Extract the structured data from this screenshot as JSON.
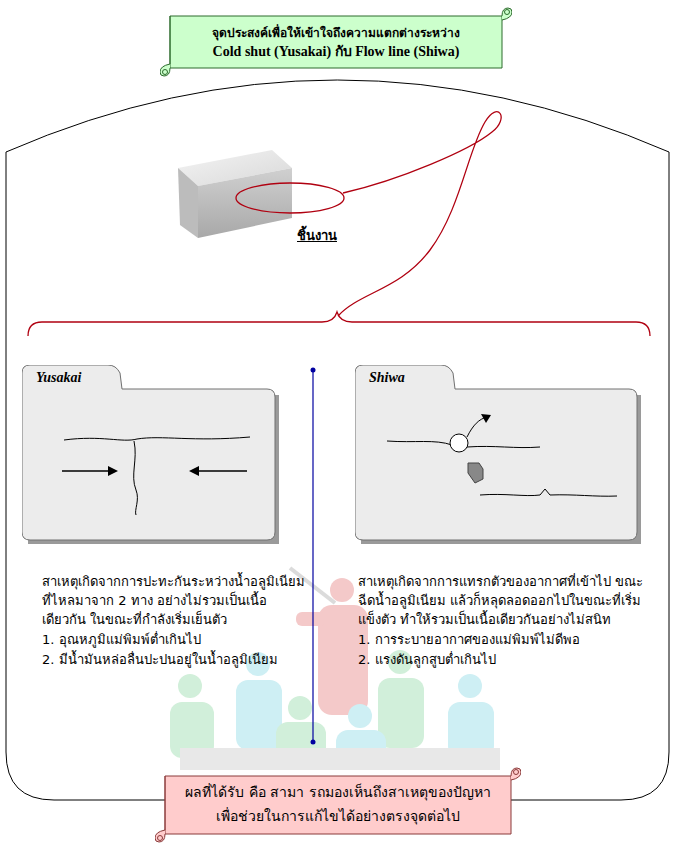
{
  "diagram": {
    "nodes": [
      {
        "text": [
          "จุดประสงค์เพื่อให้เข้าใจถึงความแตกต่างระหว่าง",
          "Cold shut (Yusakai) กับ Flow line (Shiwa)"
        ]
      },
      {
        "text": [
          "Yusakai"
        ]
      },
      {
        "text": [
          "Shiwa"
        ]
      },
      {
        "text": [
          "ผลที่ได้รับ คือ สามา รถมองเห็นถึงสาเหตุของปัญหา เพื่อช่วยในการแก้ไขได้อย่างตรงจุดต่อไป"
        ]
      }
    ],
    "labels": [
      "ชิ้นงาน",
      "สาเหตุเกิดจากการปะทะกันระหว่างน้ำอลูมิเนียม ที่ไหลมาจาก 2 ทาง อย่างไม่รวมเป็นเนื้อเดียวกัน ในขณะที่กำลังเริ่มเย็นตัว",
      "1. อุณหภูมิแม่พิมพ์ต่ำเกินไป",
      "2. มีน้ำมันหล่อลื่นปะปนอยู่ในน้ำอลูมิเนียม",
      "สาเหตุเกิดจากการแทรกตัวของอากาศที่เข้าไป ขณะฉีดน้ำอลูมิเนียม แล้วก็หลุดลอดออกไปในขณะที่เริ่มแข็งตัว ทำให้รวมเป็นเนื้อเดียวกันอย่างไม่สนิท",
      "1. การระบายอากาศของแม่พิมพ์ไม่ดีพอ",
      "2. แรงดันลูกสูบต่ำเกินไป"
    ]
  }
}
